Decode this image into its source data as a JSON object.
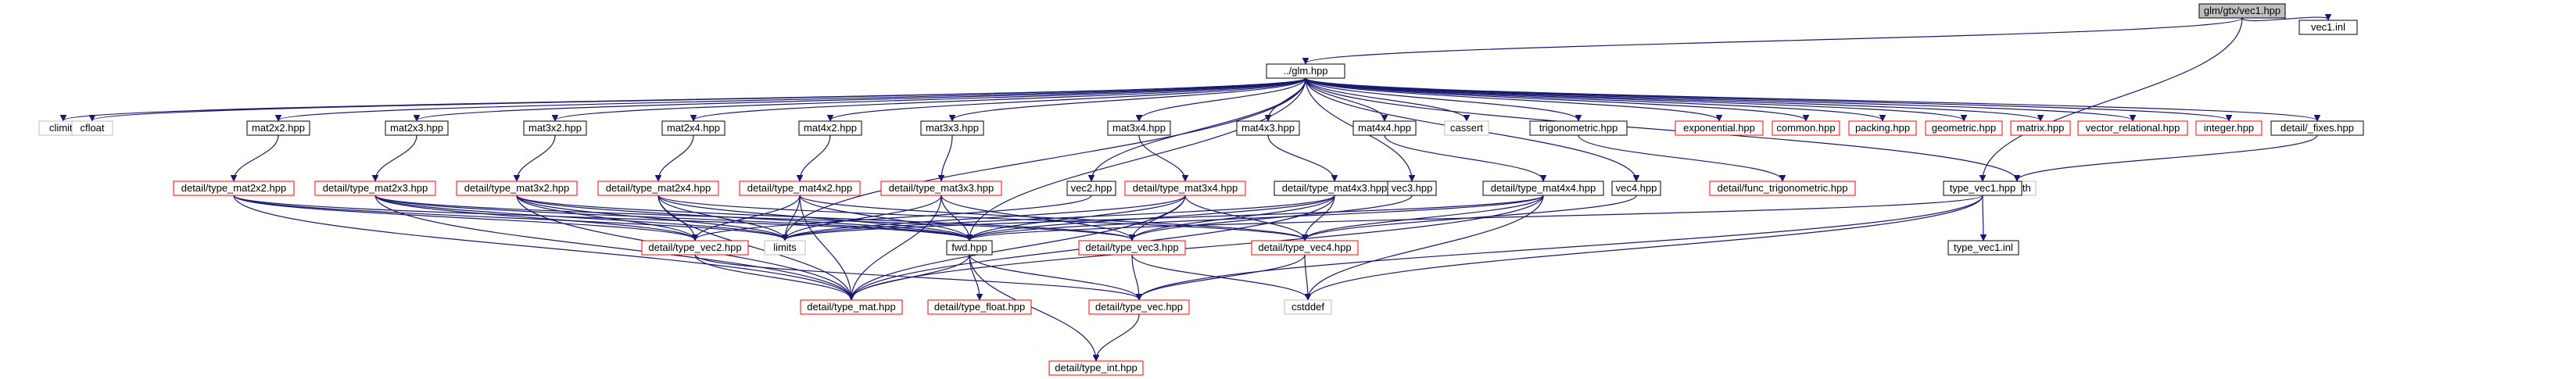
{
  "colors": {
    "edge": "#191970",
    "root_fill": "#bfbfbf",
    "root_stroke": "#000000",
    "normal_stroke": "#000000",
    "red_stroke": "#ff0000",
    "grey_stroke": "#bfbfbf",
    "node_fill": "#ffffff"
  },
  "nodes": [
    {
      "id": "root",
      "label": "glm/gtx/vec1.hpp",
      "style": "root"
    },
    {
      "id": "glm",
      "label": "../glm.hpp",
      "style": "normal"
    },
    {
      "id": "vec1inl",
      "label": "vec1.inl",
      "style": "normal"
    },
    {
      "id": "climits",
      "label": "climits",
      "style": "grey"
    },
    {
      "id": "cfloat",
      "label": "cfloat",
      "style": "grey"
    },
    {
      "id": "mat2x2",
      "label": "mat2x2.hpp",
      "style": "normal"
    },
    {
      "id": "mat2x3",
      "label": "mat2x3.hpp",
      "style": "normal"
    },
    {
      "id": "mat3x2",
      "label": "mat3x2.hpp",
      "style": "normal"
    },
    {
      "id": "mat2x4",
      "label": "mat2x4.hpp",
      "style": "normal"
    },
    {
      "id": "mat4x2",
      "label": "mat4x2.hpp",
      "style": "normal"
    },
    {
      "id": "mat3x3",
      "label": "mat3x3.hpp",
      "style": "normal"
    },
    {
      "id": "mat3x4",
      "label": "mat3x4.hpp",
      "style": "normal"
    },
    {
      "id": "mat4x3",
      "label": "mat4x3.hpp",
      "style": "normal"
    },
    {
      "id": "mat4x4",
      "label": "mat4x4.hpp",
      "style": "normal"
    },
    {
      "id": "cassert",
      "label": "cassert",
      "style": "grey"
    },
    {
      "id": "trig",
      "label": "trigonometric.hpp",
      "style": "normal"
    },
    {
      "id": "expo",
      "label": "exponential.hpp",
      "style": "red"
    },
    {
      "id": "common",
      "label": "common.hpp",
      "style": "red"
    },
    {
      "id": "packing",
      "label": "packing.hpp",
      "style": "red"
    },
    {
      "id": "geometric",
      "label": "geometric.hpp",
      "style": "red"
    },
    {
      "id": "matrix",
      "label": "matrix.hpp",
      "style": "red"
    },
    {
      "id": "vecrel",
      "label": "vector_relational.hpp",
      "style": "red"
    },
    {
      "id": "integer",
      "label": "integer.hpp",
      "style": "red"
    },
    {
      "id": "fixes",
      "label": "detail/_fixes.hpp",
      "style": "normal"
    },
    {
      "id": "tm22",
      "label": "detail/type_mat2x2.hpp",
      "style": "red"
    },
    {
      "id": "tm23",
      "label": "detail/type_mat2x3.hpp",
      "style": "red"
    },
    {
      "id": "tm32",
      "label": "detail/type_mat3x2.hpp",
      "style": "red"
    },
    {
      "id": "tm24",
      "label": "detail/type_mat2x4.hpp",
      "style": "red"
    },
    {
      "id": "tm42",
      "label": "detail/type_mat4x2.hpp",
      "style": "red"
    },
    {
      "id": "tm33",
      "label": "detail/type_mat3x3.hpp",
      "style": "red"
    },
    {
      "id": "vec2",
      "label": "vec2.hpp",
      "style": "normal"
    },
    {
      "id": "tm34",
      "label": "detail/type_mat3x4.hpp",
      "style": "red"
    },
    {
      "id": "tm43",
      "label": "detail/type_mat4x3.hpp",
      "style": "normal"
    },
    {
      "id": "vec3",
      "label": "vec3.hpp",
      "style": "normal"
    },
    {
      "id": "tm44",
      "label": "detail/type_mat4x4.hpp",
      "style": "normal"
    },
    {
      "id": "vec4",
      "label": "vec4.hpp",
      "style": "normal"
    },
    {
      "id": "functrig",
      "label": "detail/func_trigonometric.hpp",
      "style": "red"
    },
    {
      "id": "cmath",
      "label": "cmath",
      "style": "grey"
    },
    {
      "id": "tvec1",
      "label": "type_vec1.hpp",
      "style": "normal"
    },
    {
      "id": "tvec1inl",
      "label": "type_vec1.inl",
      "style": "normal"
    },
    {
      "id": "limits",
      "label": "limits",
      "style": "grey"
    },
    {
      "id": "fwd",
      "label": "fwd.hpp",
      "style": "normal"
    },
    {
      "id": "tv2",
      "label": "detail/type_vec2.hpp",
      "style": "red"
    },
    {
      "id": "tv3",
      "label": "detail/type_vec3.hpp",
      "style": "red"
    },
    {
      "id": "tv4",
      "label": "detail/type_vec4.hpp",
      "style": "red"
    },
    {
      "id": "tmat",
      "label": "detail/type_mat.hpp",
      "style": "red"
    },
    {
      "id": "tfloat",
      "label": "detail/type_float.hpp",
      "style": "red"
    },
    {
      "id": "tvec",
      "label": "detail/type_vec.hpp",
      "style": "red"
    },
    {
      "id": "cstddef",
      "label": "cstddef",
      "style": "grey"
    },
    {
      "id": "tint",
      "label": "detail/type_int.hpp",
      "style": "red"
    }
  ],
  "edges": [
    [
      "root",
      "glm"
    ],
    [
      "root",
      "vec1inl"
    ],
    [
      "root",
      "tvec1"
    ],
    [
      "glm",
      "climits"
    ],
    [
      "glm",
      "cfloat"
    ],
    [
      "glm",
      "mat2x2"
    ],
    [
      "glm",
      "mat2x3"
    ],
    [
      "glm",
      "mat3x2"
    ],
    [
      "glm",
      "mat2x4"
    ],
    [
      "glm",
      "mat4x2"
    ],
    [
      "glm",
      "mat3x3"
    ],
    [
      "glm",
      "mat3x4"
    ],
    [
      "glm",
      "mat4x3"
    ],
    [
      "glm",
      "mat4x4"
    ],
    [
      "glm",
      "cassert"
    ],
    [
      "glm",
      "trig"
    ],
    [
      "glm",
      "expo"
    ],
    [
      "glm",
      "common"
    ],
    [
      "glm",
      "packing"
    ],
    [
      "glm",
      "geometric"
    ],
    [
      "glm",
      "matrix"
    ],
    [
      "glm",
      "vecrel"
    ],
    [
      "glm",
      "integer"
    ],
    [
      "glm",
      "fixes"
    ],
    [
      "glm",
      "vec2"
    ],
    [
      "glm",
      "vec3"
    ],
    [
      "glm",
      "vec4"
    ],
    [
      "glm",
      "cmath"
    ],
    [
      "glm",
      "fwd"
    ],
    [
      "glm",
      "limits"
    ],
    [
      "mat2x2",
      "tm22"
    ],
    [
      "mat2x3",
      "tm23"
    ],
    [
      "mat3x2",
      "tm32"
    ],
    [
      "mat2x4",
      "tm24"
    ],
    [
      "mat4x2",
      "tm42"
    ],
    [
      "mat3x3",
      "tm33"
    ],
    [
      "mat3x4",
      "tm34"
    ],
    [
      "mat4x3",
      "tm43"
    ],
    [
      "mat4x4",
      "tm44"
    ],
    [
      "trig",
      "functrig"
    ],
    [
      "fixes",
      "cmath"
    ],
    [
      "tm22",
      "tv2"
    ],
    [
      "tm22",
      "limits"
    ],
    [
      "tm22",
      "fwd"
    ],
    [
      "tm22",
      "tmat"
    ],
    [
      "tm23",
      "tv2"
    ],
    [
      "tm23",
      "tv3"
    ],
    [
      "tm23",
      "limits"
    ],
    [
      "tm23",
      "fwd"
    ],
    [
      "tm23",
      "tmat"
    ],
    [
      "tm32",
      "tv2"
    ],
    [
      "tm32",
      "tv3"
    ],
    [
      "tm32",
      "limits"
    ],
    [
      "tm32",
      "fwd"
    ],
    [
      "tm32",
      "tmat"
    ],
    [
      "tm24",
      "tv2"
    ],
    [
      "tm24",
      "tv4"
    ],
    [
      "tm24",
      "limits"
    ],
    [
      "tm24",
      "fwd"
    ],
    [
      "tm24",
      "tmat"
    ],
    [
      "tm42",
      "tv2"
    ],
    [
      "tm42",
      "tv4"
    ],
    [
      "tm42",
      "limits"
    ],
    [
      "tm42",
      "fwd"
    ],
    [
      "tm42",
      "tmat"
    ],
    [
      "tm33",
      "tv3"
    ],
    [
      "tm33",
      "limits"
    ],
    [
      "tm33",
      "fwd"
    ],
    [
      "tm33",
      "tmat"
    ],
    [
      "tm34",
      "tv3"
    ],
    [
      "tm34",
      "tv4"
    ],
    [
      "tm34",
      "limits"
    ],
    [
      "tm34",
      "fwd"
    ],
    [
      "tm34",
      "tmat"
    ],
    [
      "tm43",
      "tv3"
    ],
    [
      "tm43",
      "tv4"
    ],
    [
      "tm43",
      "limits"
    ],
    [
      "tm43",
      "fwd"
    ],
    [
      "tm43",
      "tmat"
    ],
    [
      "tm44",
      "tv4"
    ],
    [
      "tm44",
      "limits"
    ],
    [
      "tm44",
      "fwd"
    ],
    [
      "tm44",
      "tmat"
    ],
    [
      "tm44",
      "cstddef"
    ],
    [
      "vec2",
      "tv2"
    ],
    [
      "vec3",
      "tv3"
    ],
    [
      "vec4",
      "tv4"
    ],
    [
      "tvec1",
      "tvec1inl"
    ],
    [
      "tvec1",
      "fwd"
    ],
    [
      "tvec1",
      "tvec"
    ],
    [
      "tvec1",
      "cstddef"
    ],
    [
      "fwd",
      "tint"
    ],
    [
      "fwd",
      "tfloat"
    ],
    [
      "fwd",
      "tvec"
    ],
    [
      "fwd",
      "tmat"
    ],
    [
      "tv2",
      "tvec"
    ],
    [
      "tv2",
      "tmat"
    ],
    [
      "tv3",
      "tvec"
    ],
    [
      "tv3",
      "cstddef"
    ],
    [
      "tv4",
      "tvec"
    ],
    [
      "tv4",
      "cstddef"
    ],
    [
      "tvec",
      "tint"
    ]
  ]
}
